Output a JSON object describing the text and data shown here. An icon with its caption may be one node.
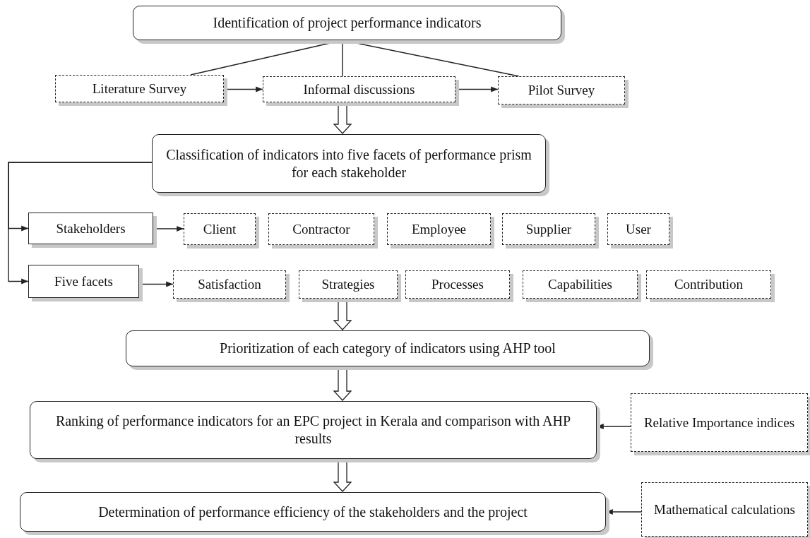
{
  "diagram": {
    "nodes": [
      {
        "text": [
          "Identification of project performance indicators"
        ]
      },
      {
        "text": [
          "Literature Survey"
        ]
      },
      {
        "text": [
          "Informal discussions"
        ]
      },
      {
        "text": [
          "Pilot Survey"
        ]
      },
      {
        "text": [
          "Classification of indicators into five facets of performance prism for each stakeholder"
        ]
      },
      {
        "text": [
          "Stakeholders"
        ]
      },
      {
        "text": [
          "Client"
        ]
      },
      {
        "text": [
          "Contractor"
        ]
      },
      {
        "text": [
          "Employee"
        ]
      },
      {
        "text": [
          "Supplier"
        ]
      },
      {
        "text": [
          "User"
        ]
      },
      {
        "text": [
          "Five facets"
        ]
      },
      {
        "text": [
          "Satisfaction"
        ]
      },
      {
        "text": [
          "Strategies"
        ]
      },
      {
        "text": [
          "Processes"
        ]
      },
      {
        "text": [
          "Capabilities"
        ]
      },
      {
        "text": [
          "Contribution"
        ]
      },
      {
        "text": [
          "Prioritization of each category of indicators using AHP tool"
        ]
      },
      {
        "text": [
          "Ranking of performance indicators for an EPC project in Kerala and comparison with AHP results"
        ]
      },
      {
        "text": [
          "Relative Importance indices"
        ]
      },
      {
        "text": [
          "Determination of performance efficiency of the stakeholders and the project"
        ]
      },
      {
        "text": [
          "Mathematical calculations"
        ]
      }
    ],
    "edges": [
      {
        "from": 0,
        "to": 1,
        "arrow": "none"
      },
      {
        "from": 0,
        "to": 2,
        "arrow": "none"
      },
      {
        "from": 0,
        "to": 3,
        "arrow": "none"
      },
      {
        "from": 1,
        "to": 2,
        "arrow": "to"
      },
      {
        "from": 2,
        "to": 3,
        "arrow": "to"
      },
      {
        "from": 2,
        "to": 4,
        "arrow": "to",
        "style": "thick"
      },
      {
        "from": 4,
        "to": 5,
        "arrow": "to"
      },
      {
        "from": 4,
        "to": 11,
        "arrow": "to"
      },
      {
        "from": 5,
        "to": 6,
        "arrow": "to"
      },
      {
        "from": 11,
        "to": 12,
        "arrow": "to"
      },
      {
        "from": 13,
        "to": 17,
        "arrow": "to",
        "style": "thick"
      },
      {
        "from": 17,
        "to": 18,
        "arrow": "to",
        "style": "thick"
      },
      {
        "from": 18,
        "to": 20,
        "arrow": "to",
        "style": "thick"
      },
      {
        "from": 19,
        "to": 18,
        "arrow": "to"
      },
      {
        "from": 21,
        "to": 20,
        "arrow": "to"
      }
    ]
  }
}
